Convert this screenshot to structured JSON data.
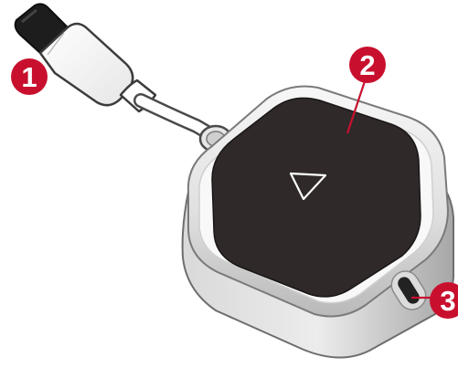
{
  "callouts": [
    {
      "id": "cable",
      "number": "1"
    },
    {
      "id": "button",
      "number": "2"
    },
    {
      "id": "port",
      "number": "3"
    }
  ],
  "icons": {
    "play_button": "triangle-play-icon",
    "connector": "usb-c-connector-icon",
    "port": "usb-c-port-icon"
  },
  "colors": {
    "callout_red": "#c8102e",
    "leader_line": "#c8102e",
    "button_face": "#2f2929",
    "housing_light": "#f4f4f4",
    "housing_mid": "#d8d8d8",
    "housing_dark": "#9a9a9a",
    "cable_white": "#ffffff",
    "cable_outline": "#4a4a4a",
    "connector_black": "#1d1d1d",
    "triangle_outline": "#ffffff"
  }
}
